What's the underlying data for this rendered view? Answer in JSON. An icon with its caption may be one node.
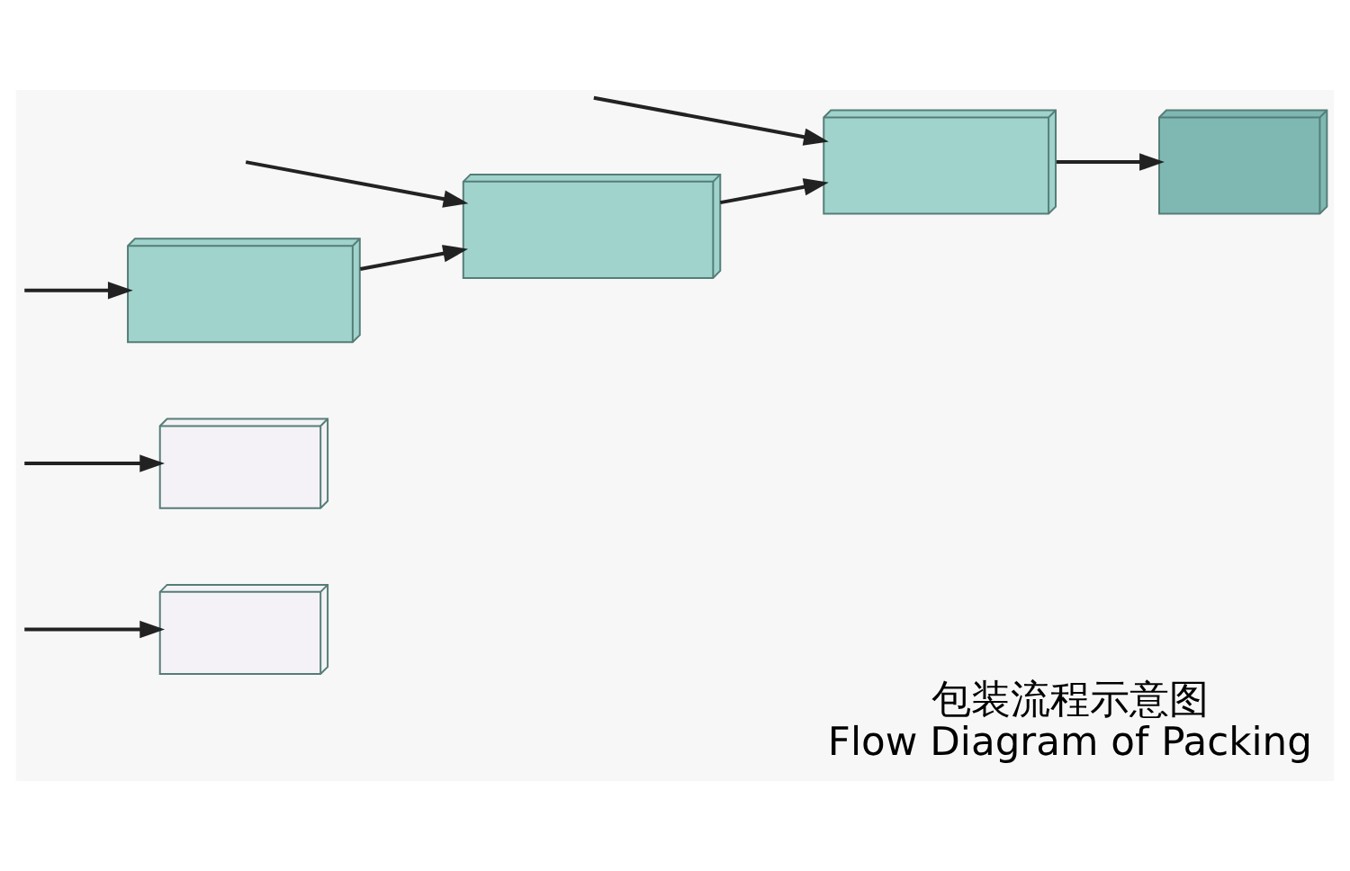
{
  "diagram": {
    "title": "包装流程示意图",
    "caption": "Flow Diagram of Packing",
    "nodes": [
      {
        "text": [],
        "shape": "picture"
      },
      {
        "text": [],
        "shape": "picture"
      },
      {
        "text": [],
        "shape": "picture"
      },
      {
        "text": [],
        "shape": "picture"
      },
      {
        "text": [],
        "shape": "picture"
      },
      {
        "text": [],
        "shape": "picture"
      }
    ],
    "edges": [
      {
        "from": null,
        "to": 0,
        "arrow": "to"
      },
      {
        "from": null,
        "to": 2,
        "arrow": "to"
      },
      {
        "from": 2,
        "to": 3,
        "arrow": "to"
      },
      {
        "from": null,
        "to": 1,
        "arrow": "to"
      },
      {
        "from": null,
        "to": 3,
        "arrow": "to"
      },
      {
        "from": 3,
        "to": 4,
        "arrow": "to"
      },
      {
        "from": null,
        "to": 4,
        "arrow": "to"
      },
      {
        "from": 4,
        "to": 5,
        "arrow": "to"
      }
    ]
  }
}
